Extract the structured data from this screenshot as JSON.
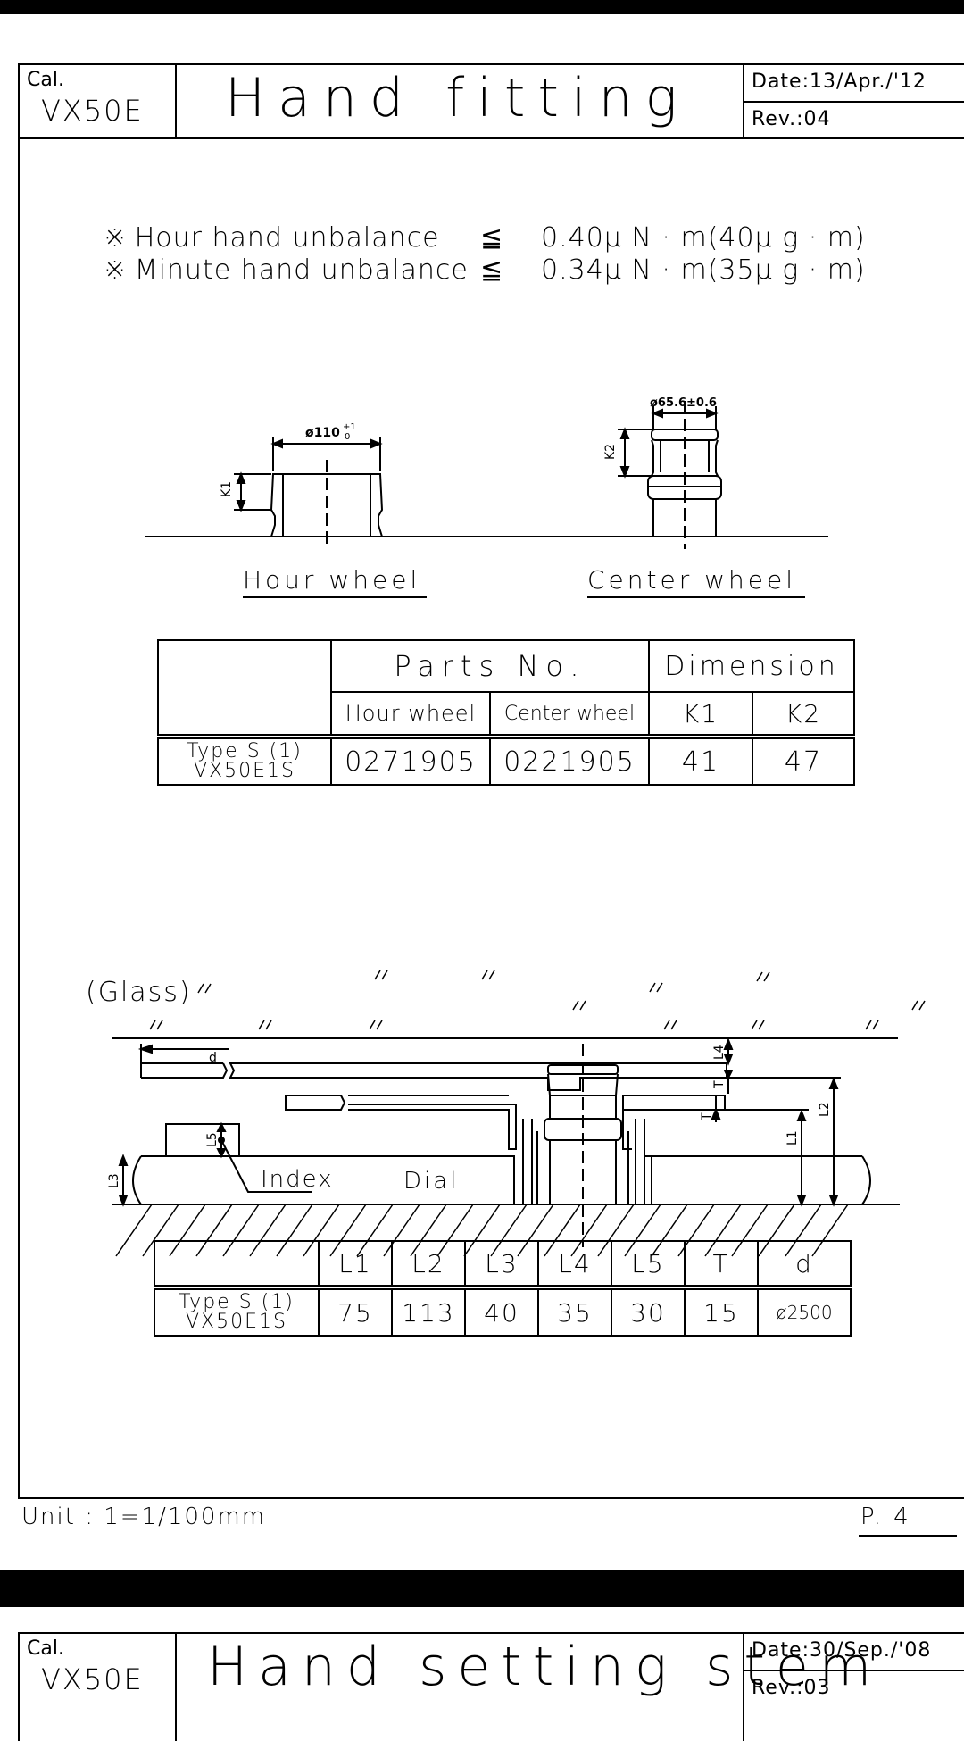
{
  "page1": {
    "cal_label": "Cal.",
    "caliber": "VX50E",
    "title": "Hand fitting",
    "date": "Date:13/Apr./'12",
    "rev": "Rev.:04",
    "notes": [
      {
        "mark": "※",
        "label": "Hour hand unbalance",
        "sym": "≦",
        "value": "0.40μ N · m(40μ g · m)"
      },
      {
        "mark": "※",
        "label": "Minute hand unbalance",
        "sym": "≦",
        "value": "0.34μ N · m(35μ g · m)"
      }
    ],
    "diagram1": {
      "hour_dim": "ø110",
      "hour_tol_top": "+1",
      "hour_tol_bot": "0",
      "center_dim": "ø65.6±0.6",
      "k1": "K1",
      "k2": "K2",
      "hour_caption": "Hour wheel",
      "center_caption": "Center wheel"
    },
    "parts_table": {
      "parts_no_header": "Parts No.",
      "dimension_header": "Dimension",
      "sub_headers": [
        "Hour wheel",
        "Center wheel",
        "K1",
        "K2"
      ],
      "row_label_1": "Type S (1)",
      "row_label_2": "VX50E1S",
      "values": [
        "0271905",
        "0221905",
        "41",
        "47"
      ]
    },
    "diagram2": {
      "glass": "(Glass)",
      "d": "d",
      "index": "Index",
      "dial": "Dial",
      "l1": "L1",
      "l2": "L2",
      "l3": "L3",
      "l4": "L4",
      "l5": "L5",
      "t": "T"
    },
    "dim_table": {
      "headers": [
        "L1",
        "L2",
        "L3",
        "L4",
        "L5",
        "T",
        "d"
      ],
      "row_label_1": "Type S (1)",
      "row_label_2": "VX50E1S",
      "values": [
        "75",
        "113",
        "40",
        "35",
        "30",
        "15",
        "ø2500"
      ]
    },
    "unit": "Unit : 1=1/100mm",
    "page": "P. 4"
  },
  "page2": {
    "cal_label": "Cal.",
    "caliber": "VX50E",
    "title": "Hand setting stem",
    "date": "Date:30/Sep./'08",
    "rev": "Rev.:03"
  }
}
